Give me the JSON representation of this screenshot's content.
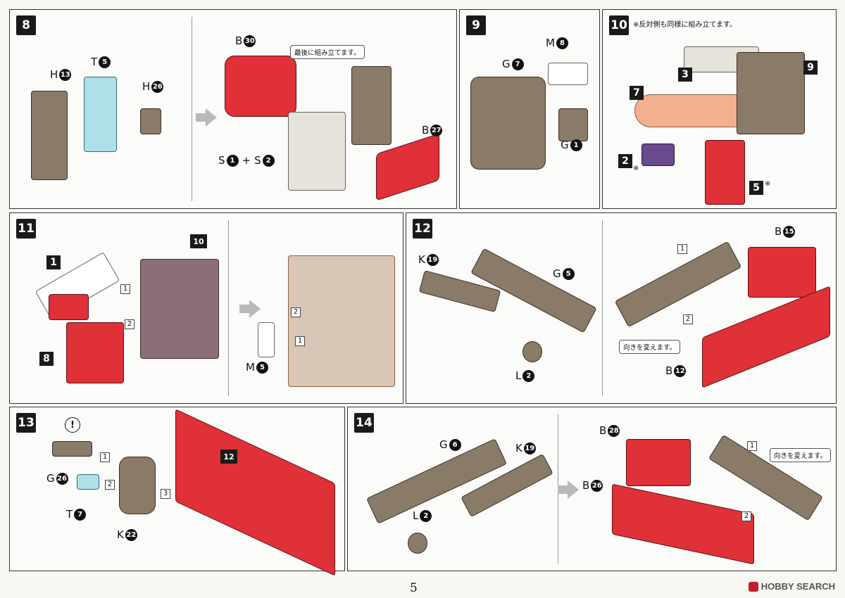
{
  "page": {
    "number": "5",
    "watermark": "HOBBY SEARCH"
  },
  "steps": {
    "s8": {
      "num": "8",
      "callout": "最後に組み立てます。"
    },
    "s9": {
      "num": "9"
    },
    "s10": {
      "num": "10",
      "note": "※反対側も同様に組み立てます。",
      "mark": "※"
    },
    "s11": {
      "num": "11"
    },
    "s12": {
      "num": "12",
      "callout": "向きを変えます。"
    },
    "s13": {
      "num": "13",
      "warn": "!"
    },
    "s14": {
      "num": "14",
      "callout": "向きを変えます。"
    }
  },
  "labels": {
    "H": "H",
    "T": "T",
    "B": "B",
    "S": "S",
    "M": "M",
    "G": "G",
    "K": "K",
    "L": "L",
    "plus": "+",
    "n13": "13",
    "n5": "5",
    "n26": "26",
    "n30": "30",
    "n27": "27",
    "n1": "1",
    "n2": "2",
    "n8": "8",
    "n7": "7",
    "n3": "3",
    "n9": "9",
    "n10": "10",
    "n19": "19",
    "n15": "15",
    "n12": "12",
    "n22": "22",
    "n6": "6",
    "n28": "28"
  },
  "colors": {
    "red": "#e03038",
    "brown": "#8a7a68",
    "blue": "#aee0ea",
    "grey": "#e6e2dc"
  }
}
